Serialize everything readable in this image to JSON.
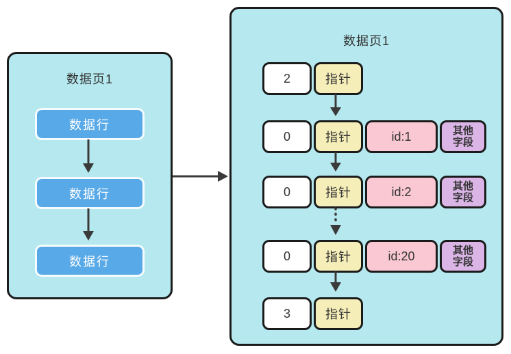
{
  "colors": {
    "panel_bg": "#b5e9ef",
    "row_blue": "#58a9e8",
    "pointer_yellow": "#f5eeb9",
    "id_pink": "#f9c8d2",
    "other_purple": "#dab5e6",
    "border_black": "#1b1b1b",
    "arrow_dark": "#3a3a3a"
  },
  "left_panel": {
    "title": "数据页1",
    "rows": [
      {
        "label": "数据行"
      },
      {
        "label": "数据行"
      },
      {
        "label": "数据行"
      }
    ]
  },
  "right_panel": {
    "title": "数据页1",
    "records": [
      {
        "num": "2",
        "pointer": "指针"
      },
      {
        "num": "0",
        "pointer": "指针",
        "id": "id:1",
        "other": [
          "其他",
          "字段"
        ]
      },
      {
        "num": "0",
        "pointer": "指针",
        "id": "id:2",
        "other": [
          "其他",
          "字段"
        ]
      },
      {
        "num": "0",
        "pointer": "指针",
        "id": "id:20",
        "other": [
          "其他",
          "字段"
        ]
      },
      {
        "num": "3",
        "pointer": "指针"
      }
    ]
  }
}
